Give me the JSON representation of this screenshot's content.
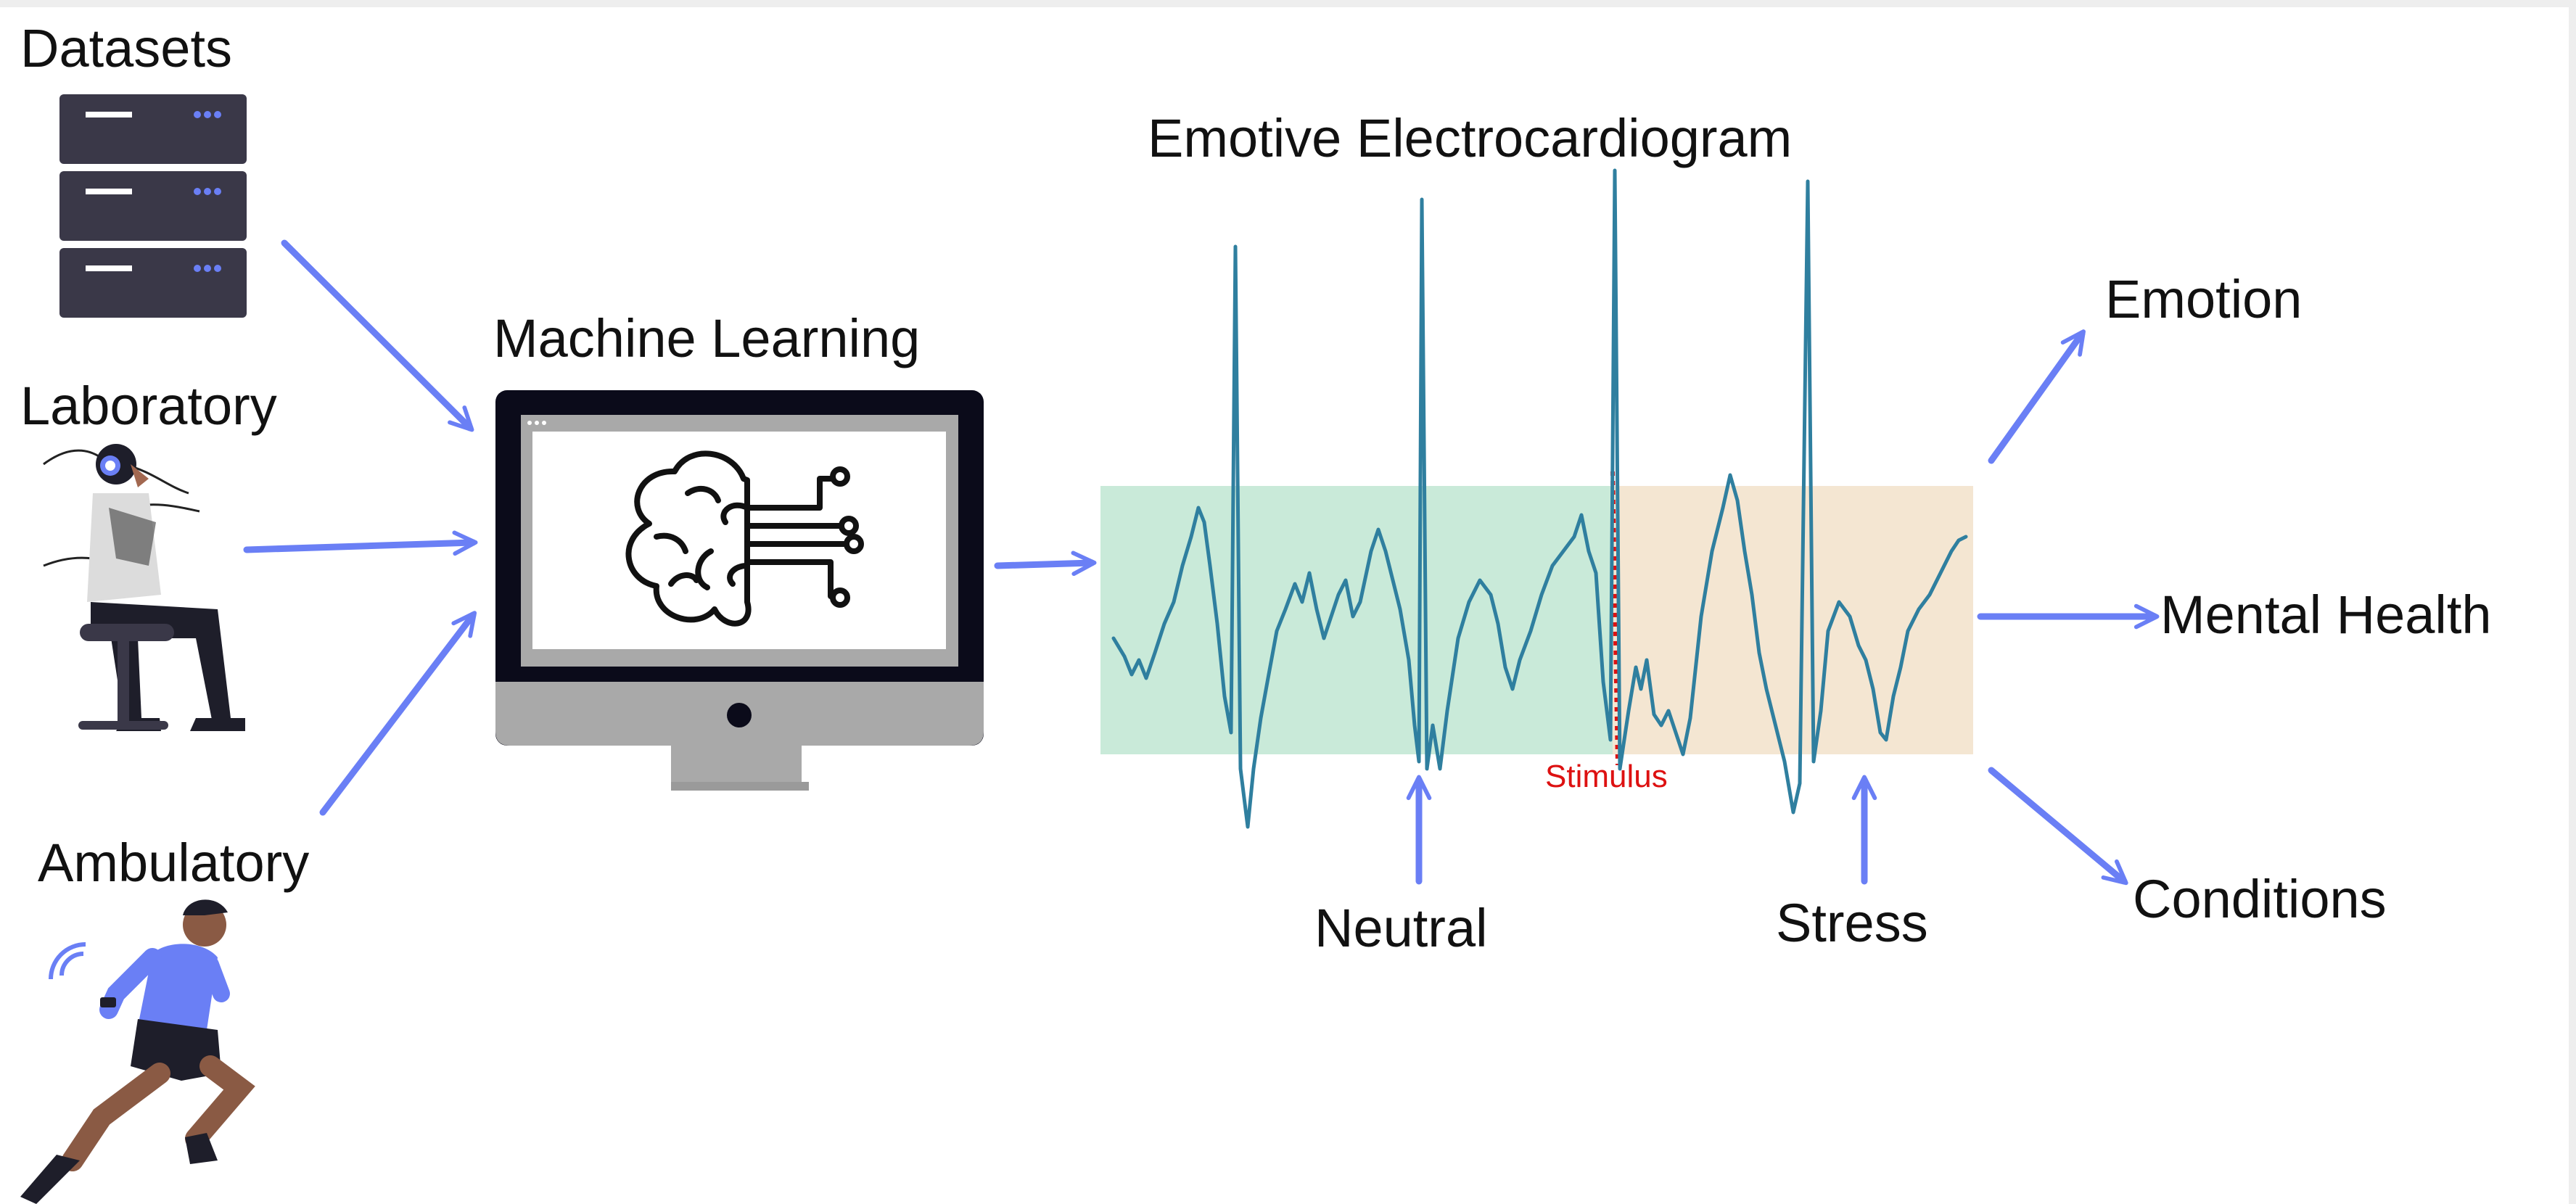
{
  "labels": {
    "datasets": "Datasets",
    "laboratory": "Laboratory",
    "ambulatory": "Ambulatory",
    "machine_learning": "Machine Learning",
    "ecg_title": "Emotive Electrocardiogram",
    "stimulus": "Stimulus",
    "neutral": "Neutral",
    "stress": "Stress",
    "emotion": "Emotion",
    "mental_health": "Mental Health",
    "conditions": "Conditions"
  },
  "colors": {
    "arrow": "#6a7ff5",
    "ecg_line": "#2f7f9f",
    "neutral_region": "#c9ead9",
    "stress_region": "#f4e6d2",
    "stimulus": "#dd1111",
    "server": "#3a3848",
    "monitor_frame": "#0b0b1a",
    "monitor_stand": "#a9a9a9"
  }
}
